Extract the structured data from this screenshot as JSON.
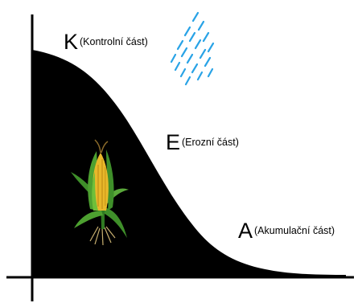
{
  "labels": {
    "k": {
      "letter": "K",
      "text": "(Kontrolní část)"
    },
    "e": {
      "letter": "E",
      "text": "(Erozní část)"
    },
    "a": {
      "letter": "A",
      "text": "(Akumulační část)"
    }
  },
  "illustrations": {
    "rain": "rain-icon",
    "corn": "corn-plant-icon"
  },
  "colors": {
    "slope_fill": "#000000",
    "axes": "#000000",
    "rain": "#29a3e6",
    "leaf": "#3f8f2a",
    "leaf_light": "#6fbf3a",
    "kernel": "#e8b82a",
    "roots": "#c8b070"
  }
}
